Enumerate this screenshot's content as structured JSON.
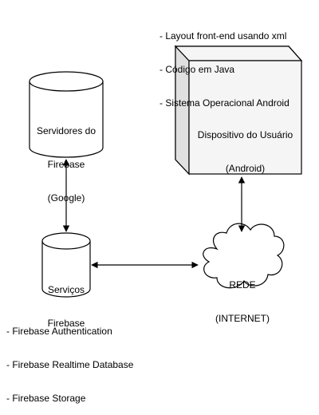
{
  "diagram": {
    "device_notes": [
      "- Layout front-end usando xml",
      "- Código em Java",
      "- Sistema Operacional Android"
    ],
    "device_label": [
      "Dispositivo do Usuário",
      "(Android)"
    ],
    "servers_label": [
      "Servidores do",
      "Firebase",
      "(Google)"
    ],
    "services_label": [
      "Serviços",
      "Firebase"
    ],
    "network_label": [
      "REDE",
      "(INTERNET)"
    ],
    "services_notes": [
      "- Firebase Authentication",
      "- Firebase Realtime Database",
      "- Firebase Storage"
    ],
    "colors": {
      "stroke": "#000000",
      "fill": "#ffffff",
      "device_front": "#f5f5f5",
      "device_side": "#e0e0e0"
    }
  }
}
